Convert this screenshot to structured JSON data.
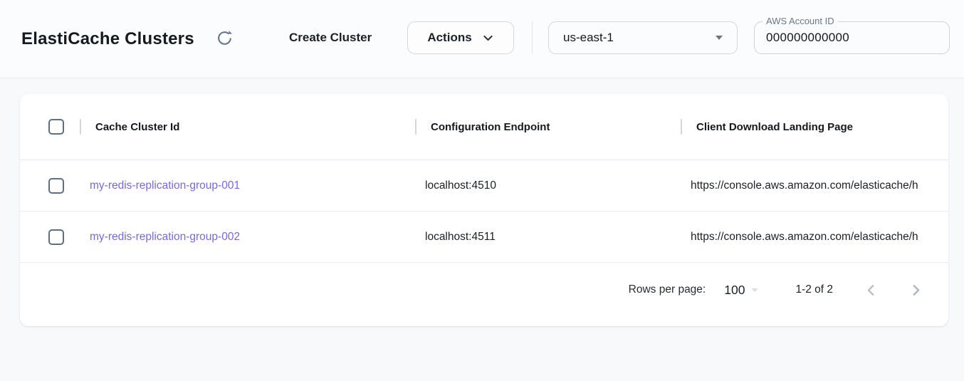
{
  "header": {
    "title": "ElastiCache Clusters",
    "create_cluster_button": "Create Cluster",
    "actions_button": "Actions",
    "region_select": {
      "selected": "us-east-1"
    },
    "account_field": {
      "label": "AWS Account ID",
      "value": "000000000000"
    }
  },
  "table": {
    "columns": [
      {
        "label": "Cache Cluster Id"
      },
      {
        "label": "Configuration Endpoint"
      },
      {
        "label": "Client Download Landing Page"
      }
    ],
    "rows": [
      {
        "cache_cluster_id": "my-redis-replication-group-001",
        "configuration_endpoint": "localhost:4510",
        "client_download_landing_page": "https://console.aws.amazon.com/elasticache/h"
      },
      {
        "cache_cluster_id": "my-redis-replication-group-002",
        "configuration_endpoint": "localhost:4511",
        "client_download_landing_page": "https://console.aws.amazon.com/elasticache/h"
      }
    ]
  },
  "pagination": {
    "rows_per_page_label": "Rows per page:",
    "rows_per_page_value": "100",
    "range_label": "1-2 of 2"
  },
  "icons": {
    "refresh": "⟳",
    "chevron_down": "⌄",
    "dropdown_triangle": "▾",
    "chevron_left": "‹",
    "chevron_right": "›",
    "checkbox_unchecked": "☐"
  },
  "colors": {
    "link_purple": "#7769dd",
    "topbar_bg": "#fbfcfd",
    "page_bg": "#f7f9fb",
    "icon_gray": "#64748b",
    "checkbox_border": "#5d7083"
  }
}
